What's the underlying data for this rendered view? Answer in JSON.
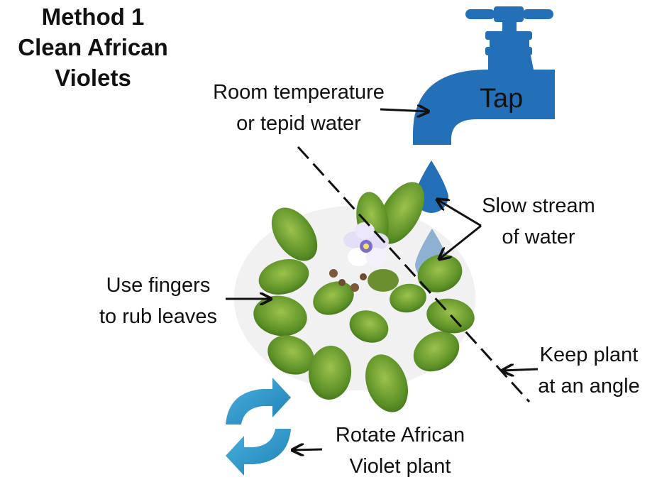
{
  "title": {
    "line1": "Method 1",
    "line2": "Clean African",
    "line3": "Violets"
  },
  "labels": {
    "tap": "Tap",
    "water_temp_1": "Room temperature",
    "water_temp_2": "or tepid water",
    "stream_1": "Slow stream",
    "stream_2": "of water",
    "fingers_1": "Use fingers",
    "fingers_2": "to rub leaves",
    "angle_1": "Keep plant",
    "angle_2": "at an angle",
    "rotate_1": "Rotate African",
    "rotate_2": "Violet plant"
  },
  "colors": {
    "tap": "#2470b8",
    "drop": "#2470b8",
    "leaf_dark": "#3f6b1c",
    "leaf_light": "#7fae3a",
    "flower": "#d9d4f2",
    "flower_center": "#7d6fc8",
    "rotate_icon": "#3aa3d8"
  },
  "icons": [
    "faucet-icon",
    "water-drop-icon",
    "water-drop-icon",
    "african-violet-plant",
    "rotate-icon"
  ]
}
